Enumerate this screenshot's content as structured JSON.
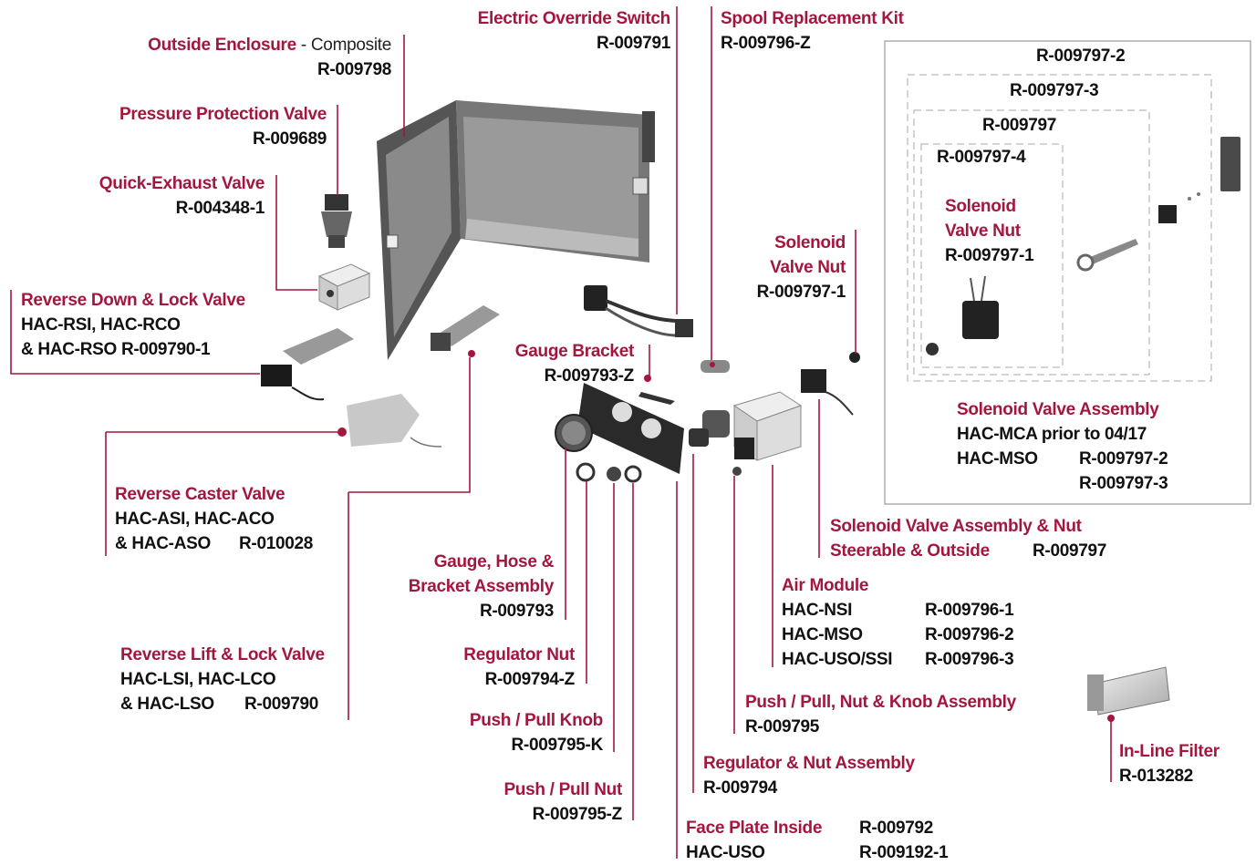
{
  "colors": {
    "title": "#a3173f",
    "number": "#111111",
    "line": "#a3173f",
    "box": "#bbbbbb",
    "part": "#555555"
  },
  "labels": {
    "outside_enclosure": {
      "title": "Outside Enclosure",
      "suffix": " - Composite",
      "number": "R-009798"
    },
    "pressure_protection": {
      "title": "Pressure Protection Valve",
      "number": "R-009689"
    },
    "quick_exhaust": {
      "title": "Quick-Exhaust Valve",
      "number": "R-004348-1"
    },
    "reverse_down": {
      "title": "Reverse Down & Lock Valve",
      "line1": "HAC-RSI, HAC-RCO",
      "line2": "& HAC-RSO R-009790-1"
    },
    "reverse_caster": {
      "title": "Reverse Caster Valve",
      "line1": "HAC-ASI, HAC-ACO",
      "line2a": "& HAC-ASO",
      "line2b": "R-010028"
    },
    "reverse_lift": {
      "title": "Reverse Lift & Lock Valve",
      "line1": "HAC-LSI, HAC-LCO",
      "line2a": "& HAC-LSO",
      "line2b": "R-009790"
    },
    "electric_override": {
      "title": "Electric Override Switch",
      "number": "R-009791"
    },
    "spool_kit": {
      "title": "Spool Replacement Kit",
      "number": "R-009796-Z"
    },
    "gauge_bracket": {
      "title": "Gauge Bracket",
      "number": "R-009793-Z"
    },
    "solenoid_nut": {
      "title1": "Solenoid",
      "title2": "Valve Nut",
      "number": "R-009797-1"
    },
    "gauge_hose": {
      "title1": "Gauge, Hose &",
      "title2": "Bracket Assembly",
      "number": "R-009793"
    },
    "regulator_nut": {
      "title": "Regulator Nut",
      "number": "R-009794-Z"
    },
    "push_pull_knob": {
      "title": "Push / Pull Knob",
      "number": "R-009795-K"
    },
    "push_pull_nut": {
      "title": "Push / Pull Nut",
      "number": "R-009795-Z"
    },
    "face_plate": {
      "title": "Face Plate Inside",
      "number1": "R-009792",
      "line2a": "HAC-USO",
      "number2": "R-009192-1"
    },
    "regulator_assembly": {
      "title": "Regulator & Nut Assembly",
      "number": "R-009794"
    },
    "push_pull_assembly": {
      "title": "Push / Pull, Nut & Knob Assembly",
      "number": "R-009795"
    },
    "air_module": {
      "title": "Air Module",
      "rows": [
        {
          "model": "HAC-NSI",
          "number": "R-009796-1"
        },
        {
          "model": "HAC-MSO",
          "number": "R-009796-2"
        },
        {
          "model": "HAC-USO/SSI",
          "number": "R-009796-3"
        }
      ]
    },
    "solenoid_assembly_nut": {
      "title1": "Solenoid Valve Assembly & Nut",
      "title2": "Steerable & Outside",
      "number": "R-009797"
    },
    "inline_filter": {
      "title": "In-Line Filter",
      "number": "R-013282"
    }
  },
  "kit_box": {
    "box1": "R-009797-2",
    "box2": "R-009797-3",
    "box3": "R-009797",
    "box4": "R-009797-4",
    "inner_title1": "Solenoid",
    "inner_title2": "Valve Nut",
    "inner_number": "R-009797-1",
    "assembly_title": "Solenoid Valve Assembly",
    "row1": "HAC-MCA prior to 04/17",
    "row2_model": "HAC-MSO",
    "row2_number": "R-009797-2",
    "row3_number": "R-009797-3"
  }
}
